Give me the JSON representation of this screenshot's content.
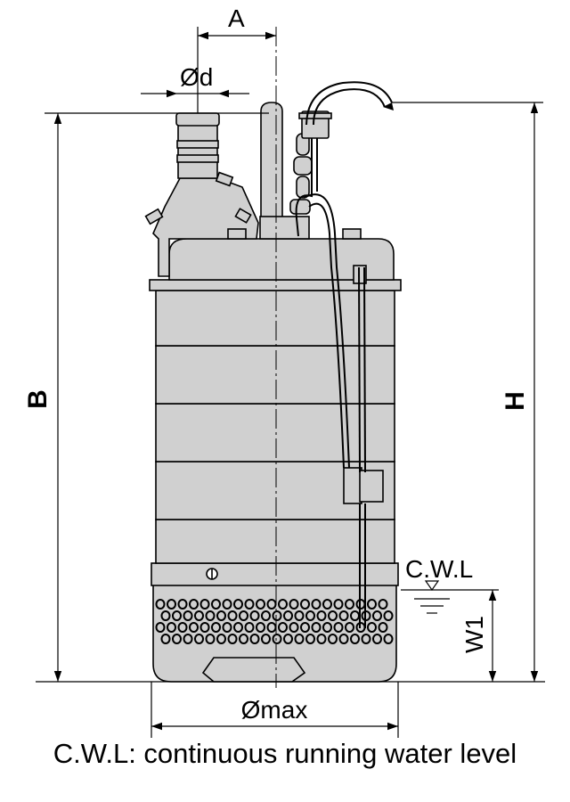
{
  "dimensions": {
    "A": "A",
    "d": "Ød",
    "B": "B",
    "H": "H",
    "W1": "W1",
    "max": "Ømax",
    "cwl": "C.W.L"
  },
  "caption": "C.W.L: continuous running water level",
  "colors": {
    "body_fill": "#d0d0d0",
    "line": "#000000"
  }
}
